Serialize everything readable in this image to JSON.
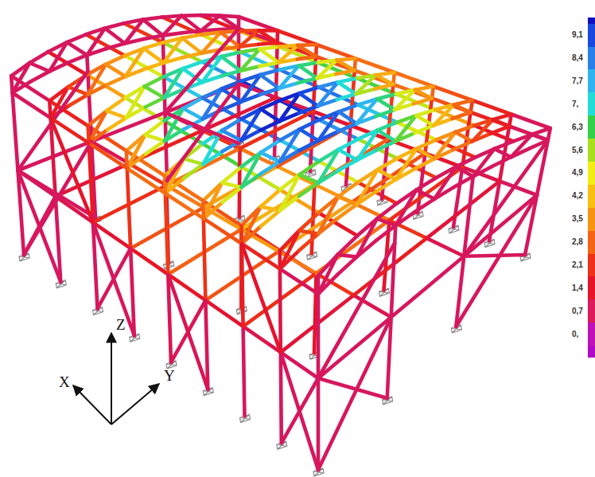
{
  "diagram": {
    "labels": [
      "Z",
      "X",
      "Y"
    ],
    "legend": [
      {
        "text": "9,1",
        "color": "#1848e0"
      },
      {
        "text": "8,4",
        "color": "#2a80ea"
      },
      {
        "text": "7,7",
        "color": "#30b4f0"
      },
      {
        "text": "7,",
        "color": "#22dcd8"
      },
      {
        "text": "6,3",
        "color": "#34d04a"
      },
      {
        "text": "5,6",
        "color": "#a8e020"
      },
      {
        "text": "4,9",
        "color": "#f2ee14"
      },
      {
        "text": "4,2",
        "color": "#f8c010"
      },
      {
        "text": "3,5",
        "color": "#f89414"
      },
      {
        "text": "2,8",
        "color": "#f46414"
      },
      {
        "text": "2,1",
        "color": "#ee3018"
      },
      {
        "text": "1,4",
        "color": "#e61428"
      },
      {
        "text": "0,7",
        "color": "#dc1a5c"
      },
      {
        "text": "0,",
        "color": "#c010b8"
      }
    ]
  }
}
